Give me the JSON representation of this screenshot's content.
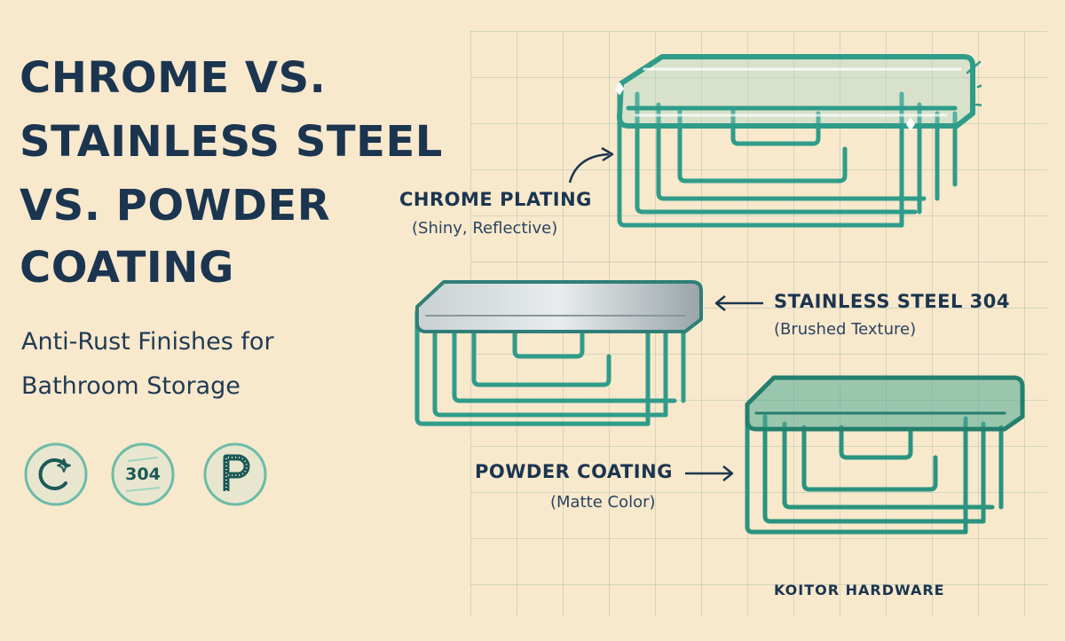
{
  "title": {
    "lines": [
      "CHROME VS.",
      "STAINLESS STEEL",
      "VS. POWDER",
      "COATING"
    ]
  },
  "subtitle": {
    "lines": [
      "Anti-Rust Finishes for",
      "Bathroom Storage"
    ]
  },
  "badges": [
    {
      "icon": "chrome-c-sparkle-icon",
      "text": ""
    },
    {
      "icon": "304-badge-icon",
      "text": "304"
    },
    {
      "icon": "powder-p-icon",
      "text": ""
    }
  ],
  "finishes": [
    {
      "name": "CHROME PLATING",
      "description": "(Shiny, Reflective)"
    },
    {
      "name": "STAINLESS STEEL 304",
      "description": "(Brushed Texture)"
    },
    {
      "name": "POWDER COATING",
      "description": "(Matte Color)"
    }
  ],
  "brand": "KOITOR HARDWARE",
  "colors": {
    "background": "#f8e8cc",
    "title": "#1b3550",
    "teal": "#2f9c8a",
    "teal_light": "#7fcab8",
    "steel": "#a8b2b6",
    "badge_fill": "#e9e6cf"
  }
}
